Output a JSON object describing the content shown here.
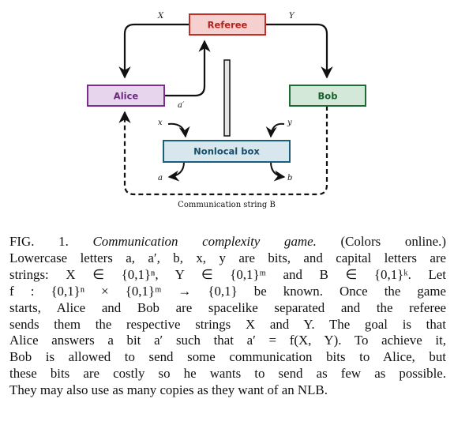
{
  "diagram": {
    "boxes": {
      "referee": "Referee",
      "alice": "Alice",
      "bob": "Bob",
      "nonlocal_box": "Nonlocal box"
    },
    "edge_labels": {
      "X": "X",
      "Y": "Y",
      "a_prime": "a′",
      "x": "x",
      "y": "y",
      "a": "a",
      "b": "b",
      "communication": "Communication string B"
    },
    "colors": {
      "referee_fill": "#f6cfcf",
      "referee_stroke": "#c0302b",
      "referee_text": "#b0231f",
      "alice_fill": "#e6d5ec",
      "alice_stroke": "#7a2e8e",
      "alice_text": "#6b2a7e",
      "bob_fill": "#d3e8d8",
      "bob_stroke": "#1f6b35",
      "bob_text": "#1b5e2e",
      "nlb_fill": "#d8e6ee",
      "nlb_stroke": "#1a5e7a",
      "nlb_text": "#174f68"
    }
  },
  "caption": {
    "label": "FIG. 1.",
    "title": "Communication complexity game.",
    "lines": [
      "(Colors online.)",
      "Lowercase letters a, a′, b, x, y are bits, and capital letters are",
      "strings: X ∈ {0,1}ⁿ, Y ∈ {0,1}ᵐ and B ∈ {0,1}ᵏ. Let",
      "f : {0,1}ⁿ × {0,1}ᵐ → {0,1} be known. Once the game",
      "starts, Alice and Bob are spacelike separated and the referee",
      "sends them the respective strings X and Y. The goal is that",
      "Alice answers a bit a′ such that a′ = f(X, Y). To achieve it,",
      "Bob is allowed to send some communication bits to Alice, but",
      "these bits are costly so he wants to send as few as possible.",
      "They may also use as many copies as they want of an NLB."
    ]
  }
}
